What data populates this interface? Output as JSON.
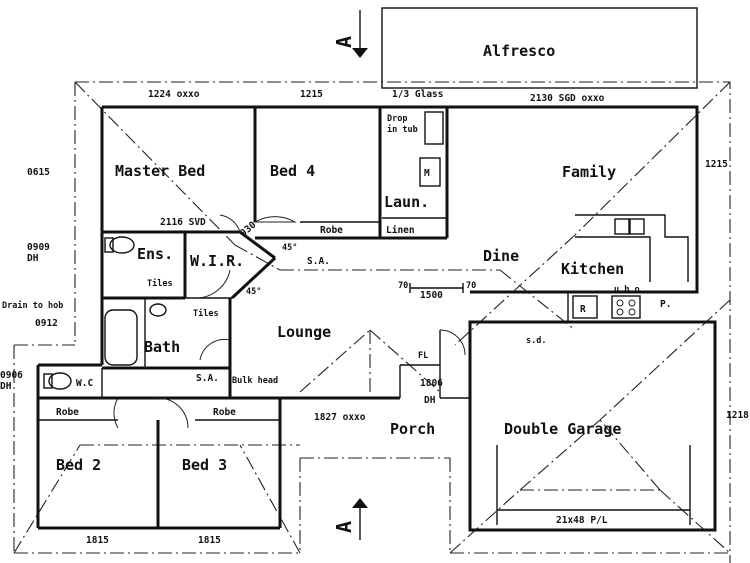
{
  "section_marks": {
    "top": "A",
    "bottom": "A"
  },
  "rooms": {
    "alfresco": "Alfresco",
    "master_bed": "Master  Bed",
    "bed4": "Bed 4",
    "family": "Family",
    "drop_in_tub_1": "Drop",
    "drop_in_tub_2": "in tub",
    "laundry": "Laun.",
    "linen": "Linen",
    "robe_bed4": "Robe",
    "ensuite": "Ens.",
    "wir": "W.I.R.",
    "dine": "Dine",
    "kitchen": "Kitchen",
    "lounge": "Lounge",
    "bath": "Bath",
    "wc": "W.C",
    "robe_bed2": "Robe",
    "robe_bed3": "Robe",
    "bed2": "Bed 2",
    "bed3": "Bed 3",
    "porch": "Porch",
    "double_garage": "Double  Garage"
  },
  "dimensions": {
    "top_1224": "1224 oxxo",
    "top_1215": "1215",
    "top_glass": "1/3 Glass",
    "top_2130": "2130 SGD oxxo",
    "left_0615": "0615",
    "left_0909": "0909",
    "left_dh1": "DH",
    "drain": "Drain to hob",
    "left_0912": "0912",
    "left_0906": "0906",
    "left_dh2": "DH",
    "right_1215": "1215",
    "right_1218": "1218",
    "svd_2116": "2116 SVD",
    "diag_930": "930",
    "ang_45a": "45°",
    "ang_45b": "45°",
    "sa1": "S.A.",
    "sa2": "S.A.",
    "bulkhead": "Bulk head",
    "dim_1500": "1500",
    "dim_70a": "70",
    "dim_70b": "70",
    "fl": "FL",
    "dim_1806": "1806",
    "dh3": "DH",
    "dim_1827": "1827 oxxo",
    "sd": "s.d.",
    "ubo": "u.b.o",
    "fridge_r": "R",
    "pantry": "P.",
    "fridge_m": "M",
    "tiles1": "Tiles",
    "tiles2": "Tiles",
    "slab": "21x48 P/L",
    "bottom_1815a": "1815",
    "bottom_1815b": "1815"
  }
}
